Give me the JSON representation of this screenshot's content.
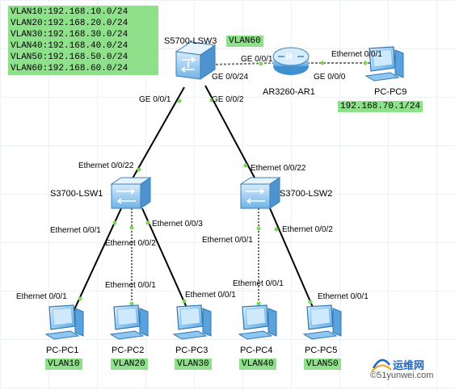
{
  "vlan_legend": [
    "VLAN10:192.168.10.0/24",
    "VLAN20:192.168.20.0/24",
    "VLAN30:192.168.30.0/24",
    "VLAN40:192.168.40.0/24",
    "VLAN50:192.168.50.0/24",
    "VLAN60:192.168.60.0/24"
  ],
  "devices": {
    "lsw3": {
      "name": "S5700-LSW3",
      "vlan_tag": "VLAN60"
    },
    "ar1": {
      "name": "AR3260-AR1"
    },
    "pc9": {
      "name": "PC-PC9",
      "ip_tag": "192.168.70.1/24"
    },
    "lsw1": {
      "name": "S3700-LSW1"
    },
    "lsw2": {
      "name": "S3700-LSW2"
    },
    "pc1": {
      "name": "PC-PC1",
      "vlan_tag": "VLAN10"
    },
    "pc2": {
      "name": "PC-PC2",
      "vlan_tag": "VLAN20"
    },
    "pc3": {
      "name": "PC-PC3",
      "vlan_tag": "VLAN30"
    },
    "pc4": {
      "name": "PC-PC4",
      "vlan_tag": "VLAN40"
    },
    "pc5": {
      "name": "PC-PC5",
      "vlan_tag": "VLAN50"
    }
  },
  "ports": {
    "lsw3_ar1": "GE 0/0/1",
    "lsw3_ge24": "GE 0/0/24",
    "ar1_ge0": "GE 0/0/0",
    "pc9_eth": "Ethernet 0/0/1",
    "lsw3_lsw1": "GE 0/0/1",
    "lsw3_lsw2": "GE 0/0/2",
    "lsw1_up": "Ethernet 0/0/22",
    "lsw2_up": "Ethernet 0/0/22",
    "lsw1_p1": "Ethernet 0/0/1",
    "lsw1_p2": "Ethernet 0/0/2",
    "lsw1_p3": "Ethernet 0/0/3",
    "lsw2_p1": "Ethernet 0/0/1",
    "lsw2_p2": "Ethernet 0/0/2",
    "pc1_eth": "Ethernet 0/0/1",
    "pc2_eth": "Ethernet 0/0/1",
    "pc3_eth": "Ethernet 0/0/1",
    "pc4_eth": "Ethernet 0/0/1",
    "pc5_eth": "Ethernet 0/0/1"
  },
  "watermark": {
    "title": "运维网",
    "url": "©51yunwei.com"
  },
  "colors": {
    "tag_bg": "#8fe08a",
    "link_dot": "#7dd55a",
    "link": "#000000"
  }
}
